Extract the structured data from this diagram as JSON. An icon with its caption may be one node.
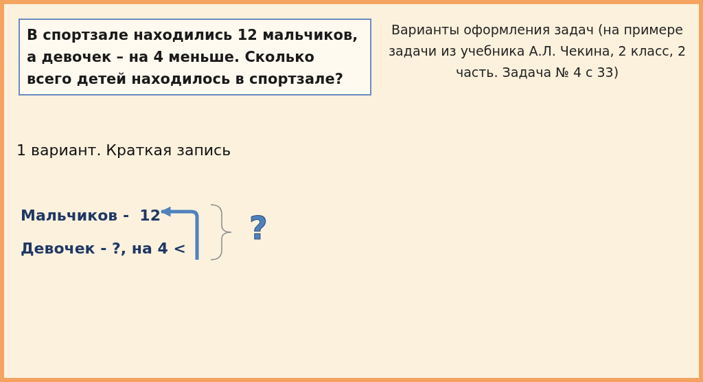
{
  "diagram": {
    "title": "Варианты оформления задач (на примере задачи из учебника А.Л. Чекина, 2 класс, 2 часть. Задача № 4 с 33)",
    "nodes": [
      {
        "text": [
          "В спортзале находились 12 мальчиков, а девочек – на 4 меньше. Сколько всего детей находилось в спортзале?"
        ]
      },
      {
        "text": [
          "Мальчиков -  12"
        ]
      },
      {
        "text": [
          "Девочек - ?, на 4 <"
        ]
      }
    ],
    "edges": [
      {
        "from": 2,
        "to": 1,
        "arrow": "to"
      }
    ],
    "labels": [
      "1 вариант. Краткая запись",
      "?"
    ]
  }
}
